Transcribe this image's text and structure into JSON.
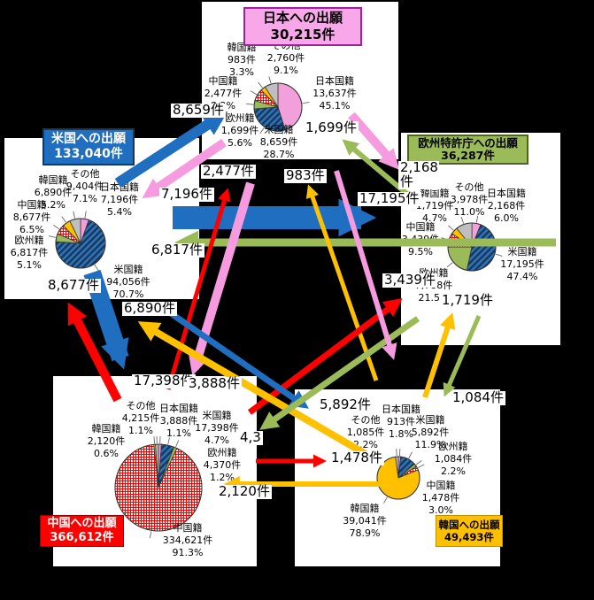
{
  "colors": {
    "japan_pink": "#F2A0DC",
    "us_blue": "#1F6EC0",
    "europe_green": "#9BBB59",
    "china_red": "#FF0000",
    "korea_yellow": "#FFC000",
    "other_gray": "#BFBFBF"
  },
  "charts": {
    "japan": {
      "title": "日本への出願",
      "total": "30,215件",
      "slices": [
        {
          "key": "jp",
          "name": "日本国籍",
          "value": "13,637件",
          "pct": "45.1%"
        },
        {
          "key": "us",
          "name": "米国籍",
          "value": "8,659件",
          "pct": "28.7%"
        },
        {
          "key": "eu",
          "name": "欧州籍",
          "value": "1,699件",
          "pct": "5.6%"
        },
        {
          "key": "cn",
          "name": "中国籍",
          "value": "2,477件",
          "pct": "8.2%"
        },
        {
          "key": "kr",
          "name": "韓国籍",
          "value": "983件",
          "pct": "3.3%"
        },
        {
          "key": "other",
          "name": "その他",
          "value": "2,760件",
          "pct": "9.1%"
        }
      ]
    },
    "us": {
      "title": "米国への出願",
      "total": "133,040件",
      "slices": [
        {
          "key": "jp",
          "name": "日本国籍",
          "value": "7,196件",
          "pct": "5.4%"
        },
        {
          "key": "us",
          "name": "米国籍",
          "value": "94,056件",
          "pct": "70.7%"
        },
        {
          "key": "eu",
          "name": "欧州籍",
          "value": "6,817件",
          "pct": "5.1%"
        },
        {
          "key": "cn",
          "name": "中国籍",
          "value": "8,677件",
          "pct": "6.5%"
        },
        {
          "key": "kr",
          "name": "韓国籍",
          "value": "6,890件",
          "pct": "5.2%"
        },
        {
          "key": "other",
          "name": "その他",
          "value": "9,404件",
          "pct": "7.1%"
        }
      ]
    },
    "epo": {
      "title": "欧州特許庁への出願",
      "total": "36,287件",
      "slices": [
        {
          "key": "jp",
          "name": "日本国籍",
          "value": "2,168件",
          "pct": "6.0%"
        },
        {
          "key": "us",
          "name": "米国籍",
          "value": "17,195件",
          "pct": "47.4%"
        },
        {
          "key": "eu",
          "name": "欧州籍",
          "value": "7,788件",
          "pct": "21.5%"
        },
        {
          "key": "cn",
          "name": "中国籍",
          "value": "3,439件",
          "pct": "9.5%"
        },
        {
          "key": "kr",
          "name": "韓国籍",
          "value": "1,719件",
          "pct": "4.7%"
        },
        {
          "key": "other",
          "name": "その他",
          "value": "3,978件",
          "pct": "11.0%"
        }
      ]
    },
    "china": {
      "title": "中国への出願",
      "total": "366,612件",
      "slices": [
        {
          "key": "jp",
          "name": "日本国籍",
          "value": "3,888件",
          "pct": "1.1%"
        },
        {
          "key": "us",
          "name": "米国籍",
          "value": "17,398件",
          "pct": "4.7%"
        },
        {
          "key": "eu",
          "name": "欧州籍",
          "value": "4,370件",
          "pct": "1.2%"
        },
        {
          "key": "cn",
          "name": "中国籍",
          "value": "334,621件",
          "pct": "91.3%"
        },
        {
          "key": "kr",
          "name": "韓国籍",
          "value": "2,120件",
          "pct": "0.6%"
        },
        {
          "key": "other",
          "name": "その他",
          "value": "4,215件",
          "pct": "1.1%"
        }
      ]
    },
    "korea": {
      "title": "韓国への出願",
      "total": "49,493件",
      "slices": [
        {
          "key": "jp",
          "name": "日本国籍",
          "value": "913件",
          "pct": "1.8%"
        },
        {
          "key": "us",
          "name": "米国籍",
          "value": "5,892件",
          "pct": "11.9%"
        },
        {
          "key": "eu",
          "name": "欧州籍",
          "value": "1,084件",
          "pct": "2.2%"
        },
        {
          "key": "cn",
          "name": "中国籍",
          "value": "1,478件",
          "pct": "3.0%"
        },
        {
          "key": "kr",
          "name": "韓国籍",
          "value": "39,041件",
          "pct": "78.9%"
        },
        {
          "key": "other",
          "name": "その他",
          "value": "1,085件",
          "pct": "2.2%"
        }
      ]
    }
  },
  "flows": [
    {
      "from": "us",
      "to": "japan",
      "label": "8,659件"
    },
    {
      "from": "japan",
      "to": "us",
      "label": "7,196件"
    },
    {
      "from": "us",
      "to": "epo",
      "label": "17,195件"
    },
    {
      "from": "epo",
      "to": "us",
      "label": "6,817件"
    },
    {
      "from": "china",
      "to": "japan",
      "label": "2,477件"
    },
    {
      "from": "korea",
      "to": "japan",
      "label": "983件"
    },
    {
      "from": "epo",
      "to": "japan",
      "label": "1,699件"
    },
    {
      "from": "japan",
      "to": "epo",
      "label": "2,168件"
    },
    {
      "from": "china",
      "to": "us",
      "label": "8,677件"
    },
    {
      "from": "us",
      "to": "china",
      "label": "17,398件"
    },
    {
      "from": "japan",
      "to": "china",
      "label": "3,888件"
    },
    {
      "from": "china",
      "to": "epo",
      "label": "3,439件"
    },
    {
      "from": "korea",
      "to": "epo",
      "label": "1,719件"
    },
    {
      "from": "korea",
      "to": "us",
      "label": "6,890件"
    },
    {
      "from": "us",
      "to": "korea",
      "label": "5,892件"
    },
    {
      "from": "epo",
      "to": "china",
      "label": "4,3"
    },
    {
      "from": "china",
      "to": "korea",
      "label": "1,478件"
    },
    {
      "from": "korea",
      "to": "china",
      "label": "2,120件"
    },
    {
      "from": "epo",
      "to": "korea",
      "label": "1,084件"
    },
    {
      "from": "japan",
      "to": "korea"
    }
  ]
}
